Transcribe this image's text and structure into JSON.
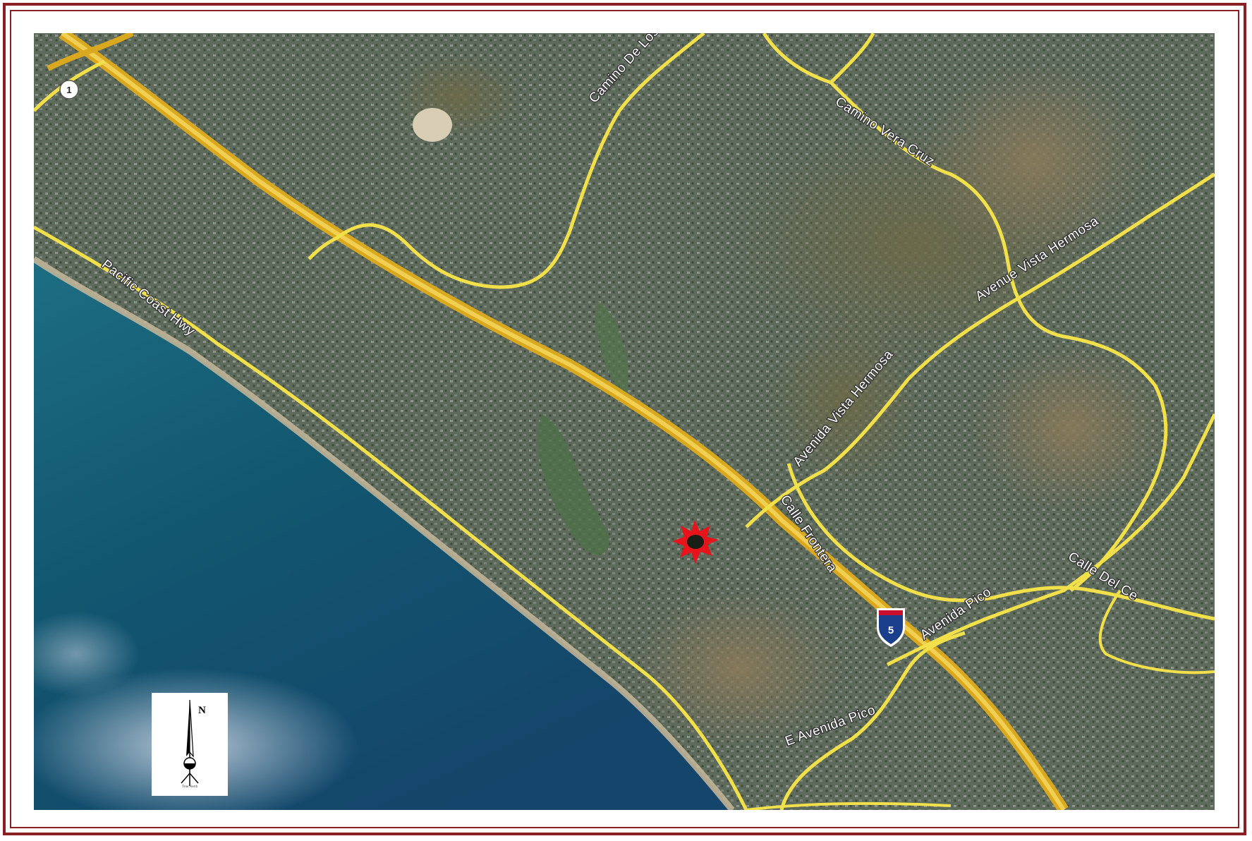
{
  "map": {
    "road_labels": {
      "pacific_coast_hwy": "Pacific Coast Hwy",
      "camino_de_los": "Camino De Los",
      "camino_vera_cruz": "Camino Vera Cruz",
      "avenue_vista_hermosa": "Avenue Vista Hermosa",
      "avenida_vista_hermosa": "Avenida Vista Hermosa",
      "calle_frontera": "Calle Frontera",
      "calle_del_ce": "Calle Del Ce",
      "avenida_pico": "Avenida Pico",
      "e_avenida_pico": "E Avenida Pico"
    },
    "route_shields": {
      "route_1": "1",
      "interstate_5": "5"
    },
    "compass": {
      "north_letter": "N",
      "caption": "True North"
    },
    "colors": {
      "frame": "#8a1f24",
      "road": "#f2e04a",
      "freeway": "#d9a81e",
      "ocean": "#0f4d6b",
      "site_marker": "#e8141b"
    },
    "icons": {
      "site_marker": "red-star-marker-icon",
      "north_arrow": "north-arrow-icon"
    }
  }
}
